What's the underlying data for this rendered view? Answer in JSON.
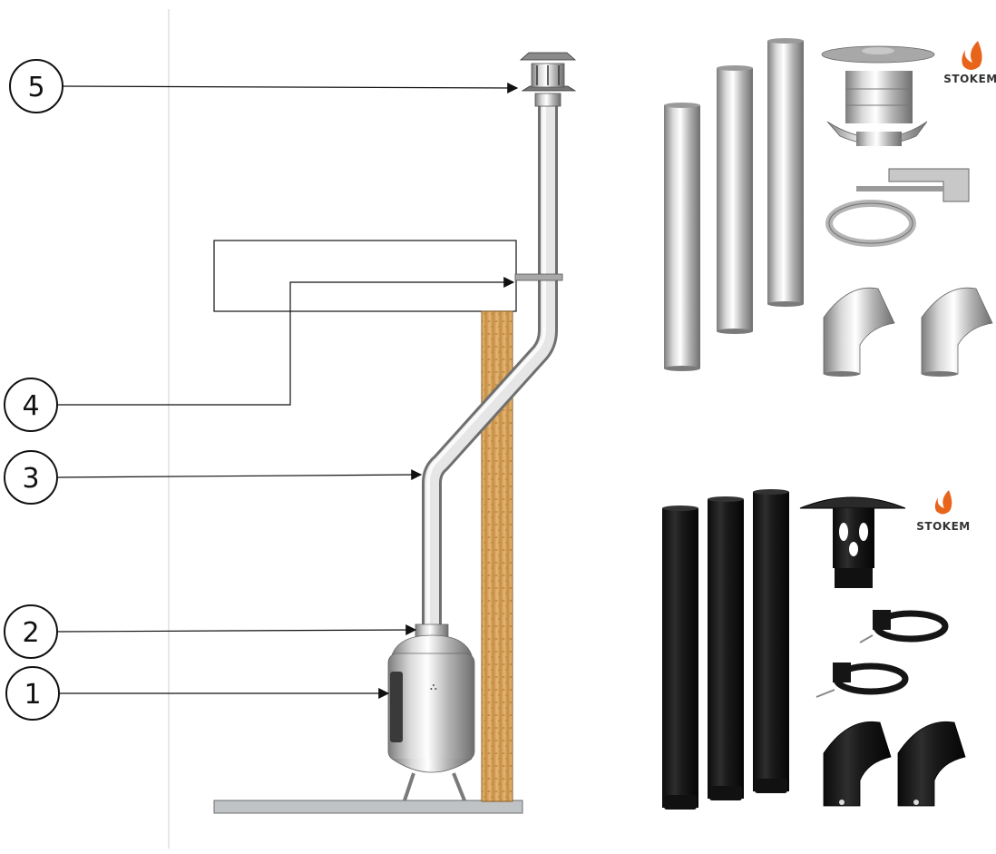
{
  "callouts": [
    {
      "number": "1",
      "component": "stove"
    },
    {
      "number": "2",
      "component": "flue-collar"
    },
    {
      "number": "3",
      "component": "pipe-elbow"
    },
    {
      "number": "4",
      "component": "ceiling-bracket"
    },
    {
      "number": "5",
      "component": "chimney-cap"
    }
  ],
  "kits": [
    {
      "brand": "STOKEM",
      "finish": "stainless"
    },
    {
      "brand": "STOKEM",
      "finish": "black"
    }
  ],
  "colors": {
    "steel_light": "#f2f2f2",
    "steel_dark": "#8a8a8a",
    "black_pipe": "#1c1c1c",
    "wood": "#d6a964",
    "brand_flame": "#e8641a",
    "outline": "#111111"
  },
  "icons": [
    "flame-logo-icon"
  ]
}
